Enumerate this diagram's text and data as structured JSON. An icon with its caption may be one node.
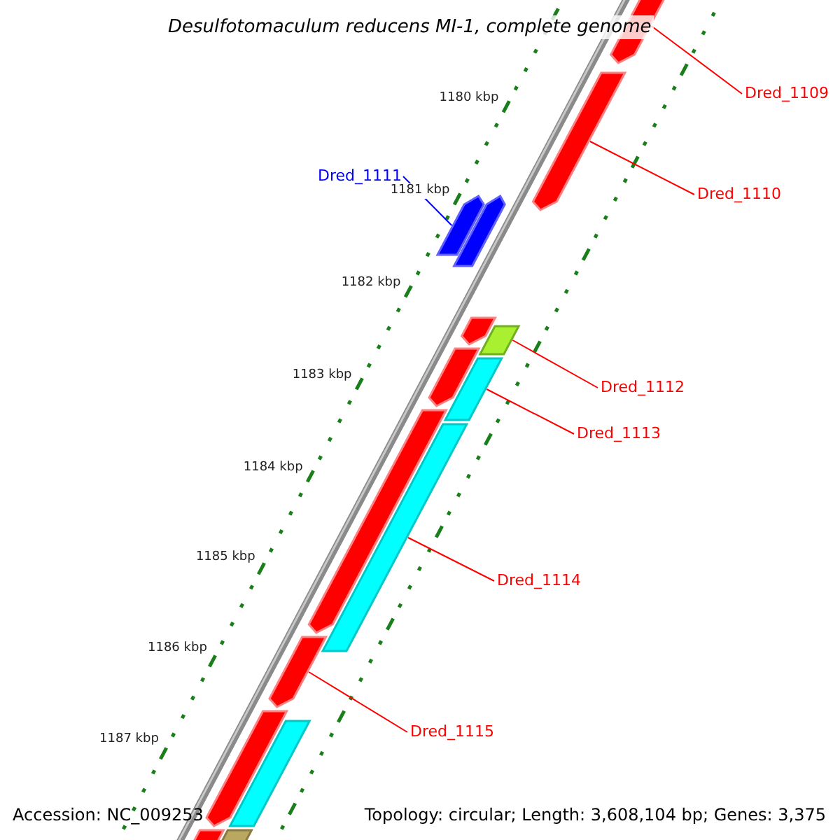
{
  "diagram": {
    "title": "Desulfotomaculum reducens MI-1, complete genome",
    "nodes": [
      {
        "text": [
          "Dred_1109"
        ]
      },
      {
        "text": [],
        "shape": "bar"
      },
      {
        "text": [
          "Dred_1110"
        ]
      },
      {
        "text": [],
        "shape": "bar"
      },
      {
        "text": [
          "Dred_1111"
        ]
      },
      {
        "text": [],
        "shape": "bar"
      },
      {
        "text": [
          "Dred_1112"
        ]
      },
      {
        "text": [],
        "shape": "bar"
      },
      {
        "text": [
          "Dred_1113"
        ]
      },
      {
        "text": [],
        "shape": "bar"
      },
      {
        "text": [
          "Dred_1114"
        ]
      },
      {
        "text": [],
        "shape": "bar"
      },
      {
        "text": [
          "Dred_1115"
        ]
      },
      {
        "text": [],
        "shape": "bar"
      },
      {
        "text": [],
        "shape": "bar"
      },
      {
        "text": [],
        "shape": "bar"
      },
      {
        "text": [],
        "shape": "bar"
      },
      {
        "text": [],
        "shape": "bar"
      },
      {
        "text": [],
        "shape": "bar"
      },
      {
        "text": [],
        "shape": "bar"
      },
      {
        "text": [],
        "shape": "bar"
      },
      {
        "text": [],
        "shape": "bar"
      }
    ],
    "edges": [
      {
        "from": 0,
        "to": 1,
        "arrow": "none"
      },
      {
        "from": 2,
        "to": 3,
        "arrow": "none"
      },
      {
        "from": 4,
        "to": 5,
        "arrow": "none",
        "color": "#0000ff"
      },
      {
        "from": 6,
        "to": 7,
        "arrow": "none"
      },
      {
        "from": 8,
        "to": 9,
        "arrow": "none"
      },
      {
        "from": 10,
        "to": 11,
        "arrow": "none"
      },
      {
        "from": 12,
        "to": 13,
        "arrow": "none"
      }
    ],
    "labels": [
      "1180 kbp",
      "1181 kbp",
      "1182 kbp",
      "1183 kbp",
      "1184 kbp",
      "1185 kbp",
      "1186 kbp",
      "1187 kbp",
      "Accession: NC_009253",
      "Topology: circular; Length: 3,608,104 bp; Genes: 3,375"
    ]
  }
}
